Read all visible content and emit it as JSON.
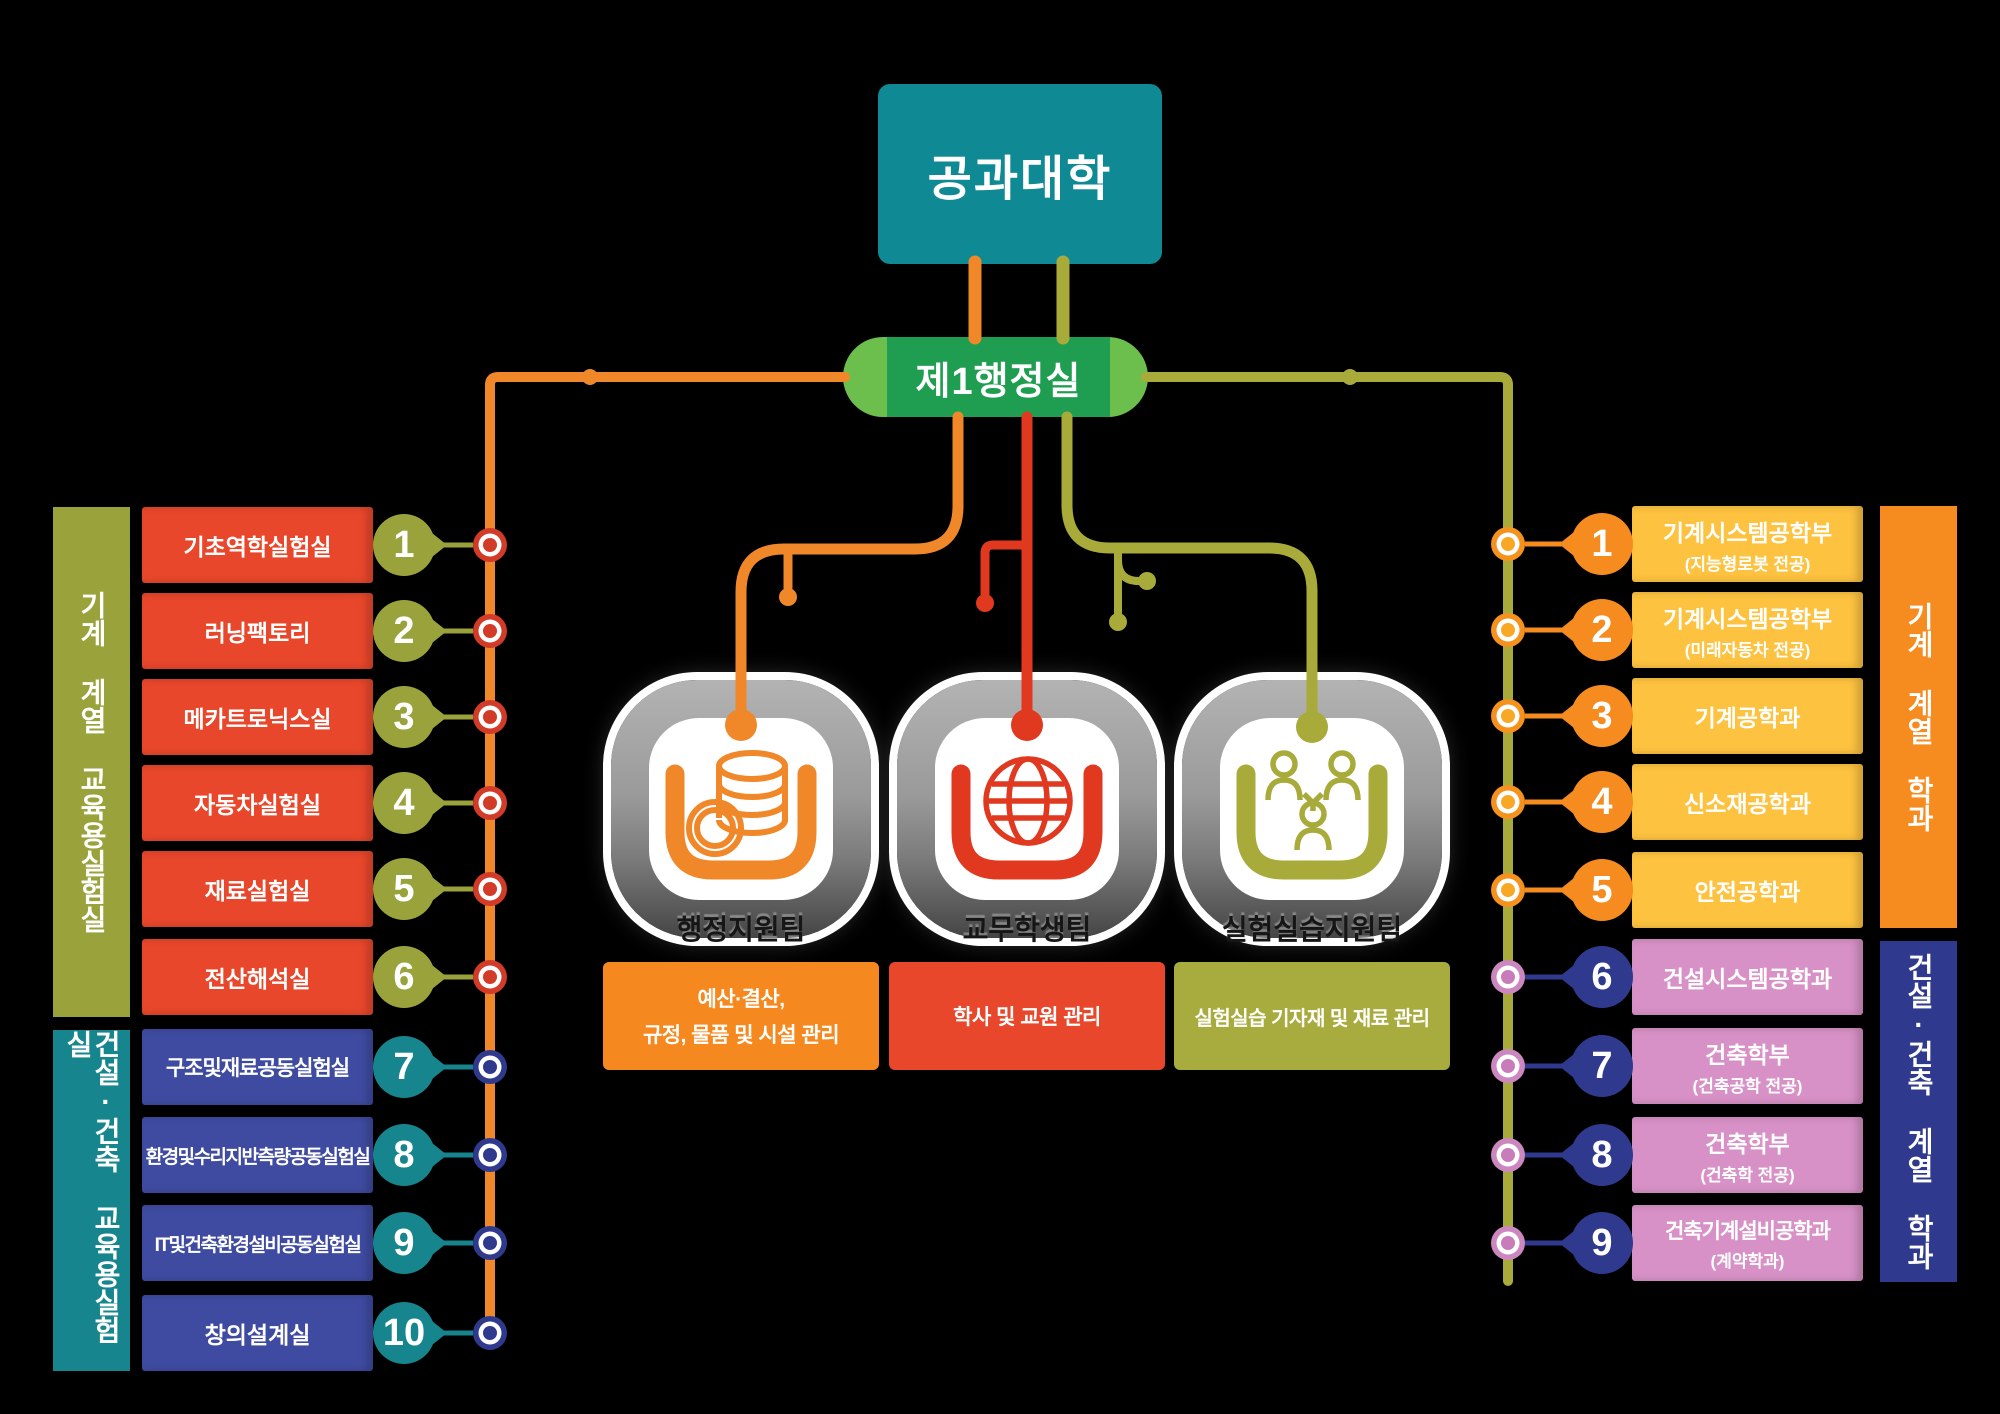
{
  "college": {
    "label": "공과대학",
    "color": "#0f8994"
  },
  "admin_office": {
    "label": "제1행정실",
    "outer_color": "#6cbf4c",
    "inner_color": "#1f9d50"
  },
  "teams": [
    {
      "name": "행정지원팀",
      "icon": "coins-icon",
      "accent": "#f0882a",
      "box_color": "#f5891f",
      "description_lines": [
        "예산·결산,",
        "규정, 물품 및 시설 관리"
      ]
    },
    {
      "name": "교무학생팀",
      "icon": "globe-icon",
      "accent": "#e0391f",
      "box_color": "#e8472b",
      "description_lines": [
        "학사 및 교원 관리"
      ]
    },
    {
      "name": "실험실습지원팀",
      "icon": "people-icon",
      "accent": "#a8ab3a",
      "box_color": "#a8ab3d",
      "description_lines": [
        "실험실습 기자재 및 재료 관리"
      ]
    }
  ],
  "left_panel": {
    "groups": [
      {
        "label": "기계 계열 교육용실험실",
        "sidebar_color": "#9aa23b",
        "box_color": "#e8472b",
        "circle_color": "#9aa23b",
        "dot_color": "#d23b27",
        "dot_center": "#d23b27"
      },
      {
        "label": "건설·건축 교육용실험실",
        "sidebar_color": "#17858e",
        "box_color": "#3f4ba1",
        "circle_color": "#17858e",
        "dot_color": "#2f3a8f",
        "dot_center": "#2f3a8f"
      }
    ],
    "rows": [
      {
        "number": "1",
        "label": "기초역학실험실",
        "group": 0
      },
      {
        "number": "2",
        "label": "러닝팩토리",
        "group": 0
      },
      {
        "number": "3",
        "label": "메카트로닉스실",
        "group": 0
      },
      {
        "number": "4",
        "label": "자동차실험실",
        "group": 0
      },
      {
        "number": "5",
        "label": "재료실험실",
        "group": 0
      },
      {
        "number": "6",
        "label": "전산해석실",
        "group": 0
      },
      {
        "number": "7",
        "label": "구조및재료공동실험실",
        "group": 1
      },
      {
        "number": "8",
        "label": "환경및수리지반측량공동실험실",
        "group": 1
      },
      {
        "number": "9",
        "label": "IT및건축환경설비공동실험실",
        "group": 1
      },
      {
        "number": "10",
        "label": "창의설계실",
        "group": 1
      }
    ]
  },
  "right_panel": {
    "groups": [
      {
        "label": "기계 계열 학과",
        "sidebar_color": "#f68b1f",
        "box_color": "#fdc240",
        "circle_color": "#f68b1f",
        "dot_color": "#f5921d",
        "dot_center": "#f9a825"
      },
      {
        "label": "건설·건축 계열 학과",
        "sidebar_color": "#2f3a8f",
        "box_color": "#d791c6",
        "circle_color": "#2f3a8f",
        "dot_color": "#cd87c0",
        "dot_center": "#c87cba"
      }
    ],
    "rows": [
      {
        "number": "1",
        "label": "기계시스템공학부",
        "sublabel": "(지능형로봇 전공)",
        "group": 0
      },
      {
        "number": "2",
        "label": "기계시스템공학부",
        "sublabel": "(미래자동차 전공)",
        "group": 0
      },
      {
        "number": "3",
        "label": "기계공학과",
        "group": 0
      },
      {
        "number": "4",
        "label": "신소재공학과",
        "group": 0
      },
      {
        "number": "5",
        "label": "안전공학과",
        "group": 0
      },
      {
        "number": "6",
        "label": "건설시스템공학과",
        "group": 1
      },
      {
        "number": "7",
        "label": "건축학부",
        "sublabel": "(건축공학 전공)",
        "group": 1
      },
      {
        "number": "8",
        "label": "건축학부",
        "sublabel": "(건축학 전공)",
        "group": 1
      },
      {
        "number": "9",
        "label": "건축기계설비공학과",
        "sublabel": "(계약학과)",
        "group": 1
      }
    ]
  },
  "connector_colors": {
    "left_trunk": "#f0882a",
    "right_trunk": "#a8ab3a",
    "team1": "#f0882a",
    "team2": "#e0391f",
    "team3": "#a8ab3a"
  }
}
